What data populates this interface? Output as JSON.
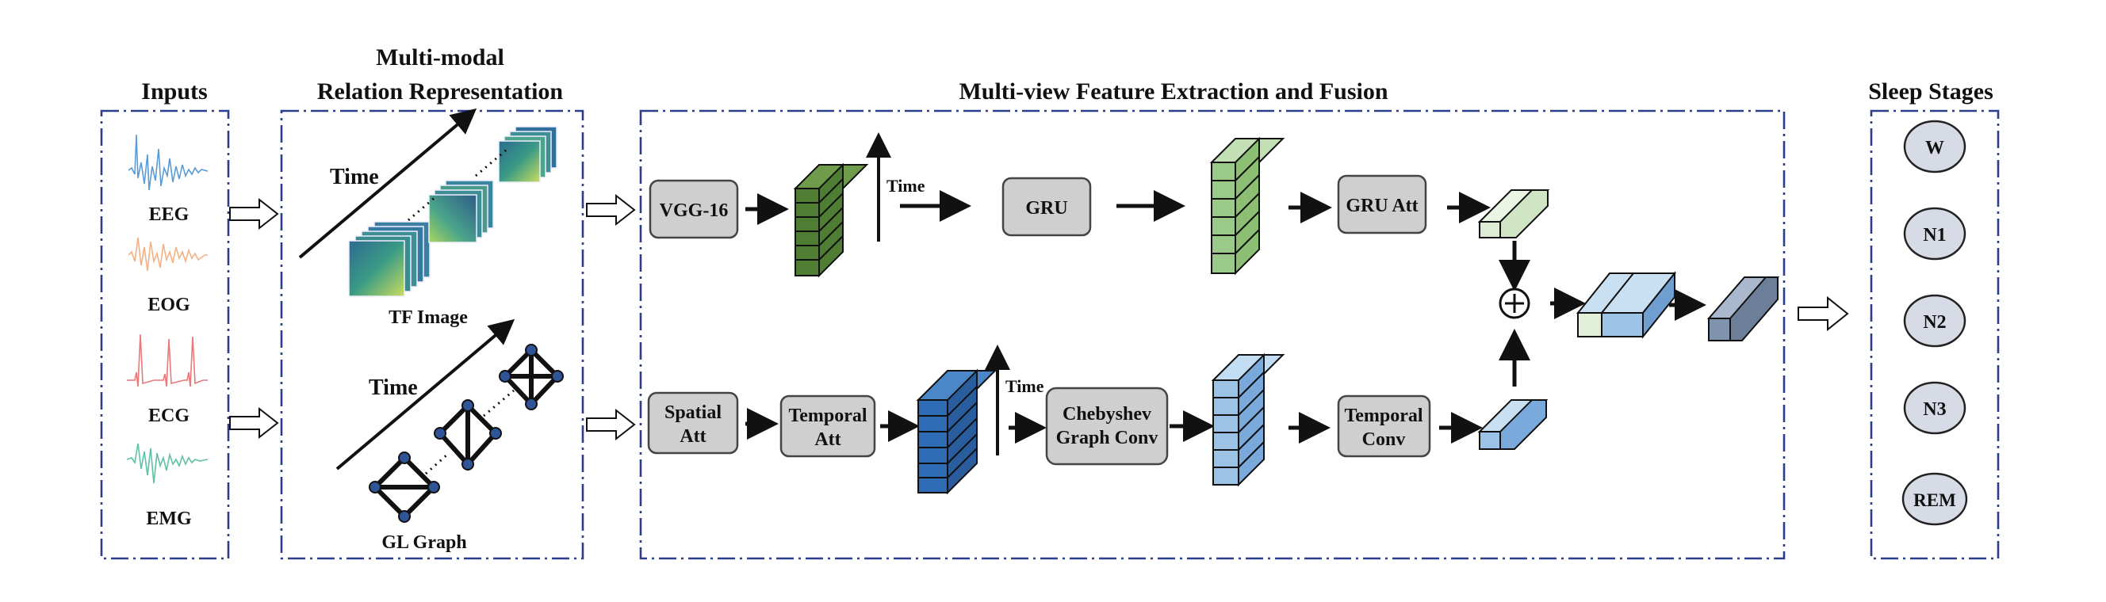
{
  "titles": {
    "inputs": "Inputs",
    "relation_line1": "Multi-modal",
    "relation_line2": "Relation Representation",
    "feature": "Multi-view Feature Extraction and Fusion",
    "stages": "Sleep Stages"
  },
  "inputs": {
    "eeg": "EEG",
    "eog": "EOG",
    "ecg": "ECG",
    "emg": "EMG"
  },
  "signal_colors": {
    "eeg": "#5b9bd5",
    "eog": "#f4b183",
    "ecg": "#e8787a",
    "emg": "#5fc2a6"
  },
  "relation": {
    "time_top": "Time",
    "time_bottom": "Time",
    "tf_image": "TF Image",
    "gl_graph": "GL Graph"
  },
  "top_branch": {
    "vgg": "VGG-16",
    "time": "Time",
    "gru": "GRU",
    "gru_att": "GRU Att"
  },
  "bottom_branch": {
    "spatial_line1": "Spatial",
    "spatial_line2": "Att",
    "temporal_line1": "Temporal",
    "temporal_line2": "Att",
    "time": "Time",
    "cheb_line1": "Chebyshev",
    "cheb_line2": "Graph Conv",
    "tconv_line1": "Temporal",
    "tconv_line2": "Conv"
  },
  "fusion_symbol": "⊕",
  "stages": [
    "W",
    "N1",
    "N2",
    "N3",
    "REM"
  ],
  "colors": {
    "dash_border": "#2b3e8c",
    "dark_green": "#4e7d33",
    "light_green": "#9bc989",
    "pale_green": "#dcecd5",
    "dark_blue": "#2e6db5",
    "light_blue": "#9cc3e6",
    "slate": "#7f93ad",
    "stage_fill": "#d6dbe6"
  }
}
